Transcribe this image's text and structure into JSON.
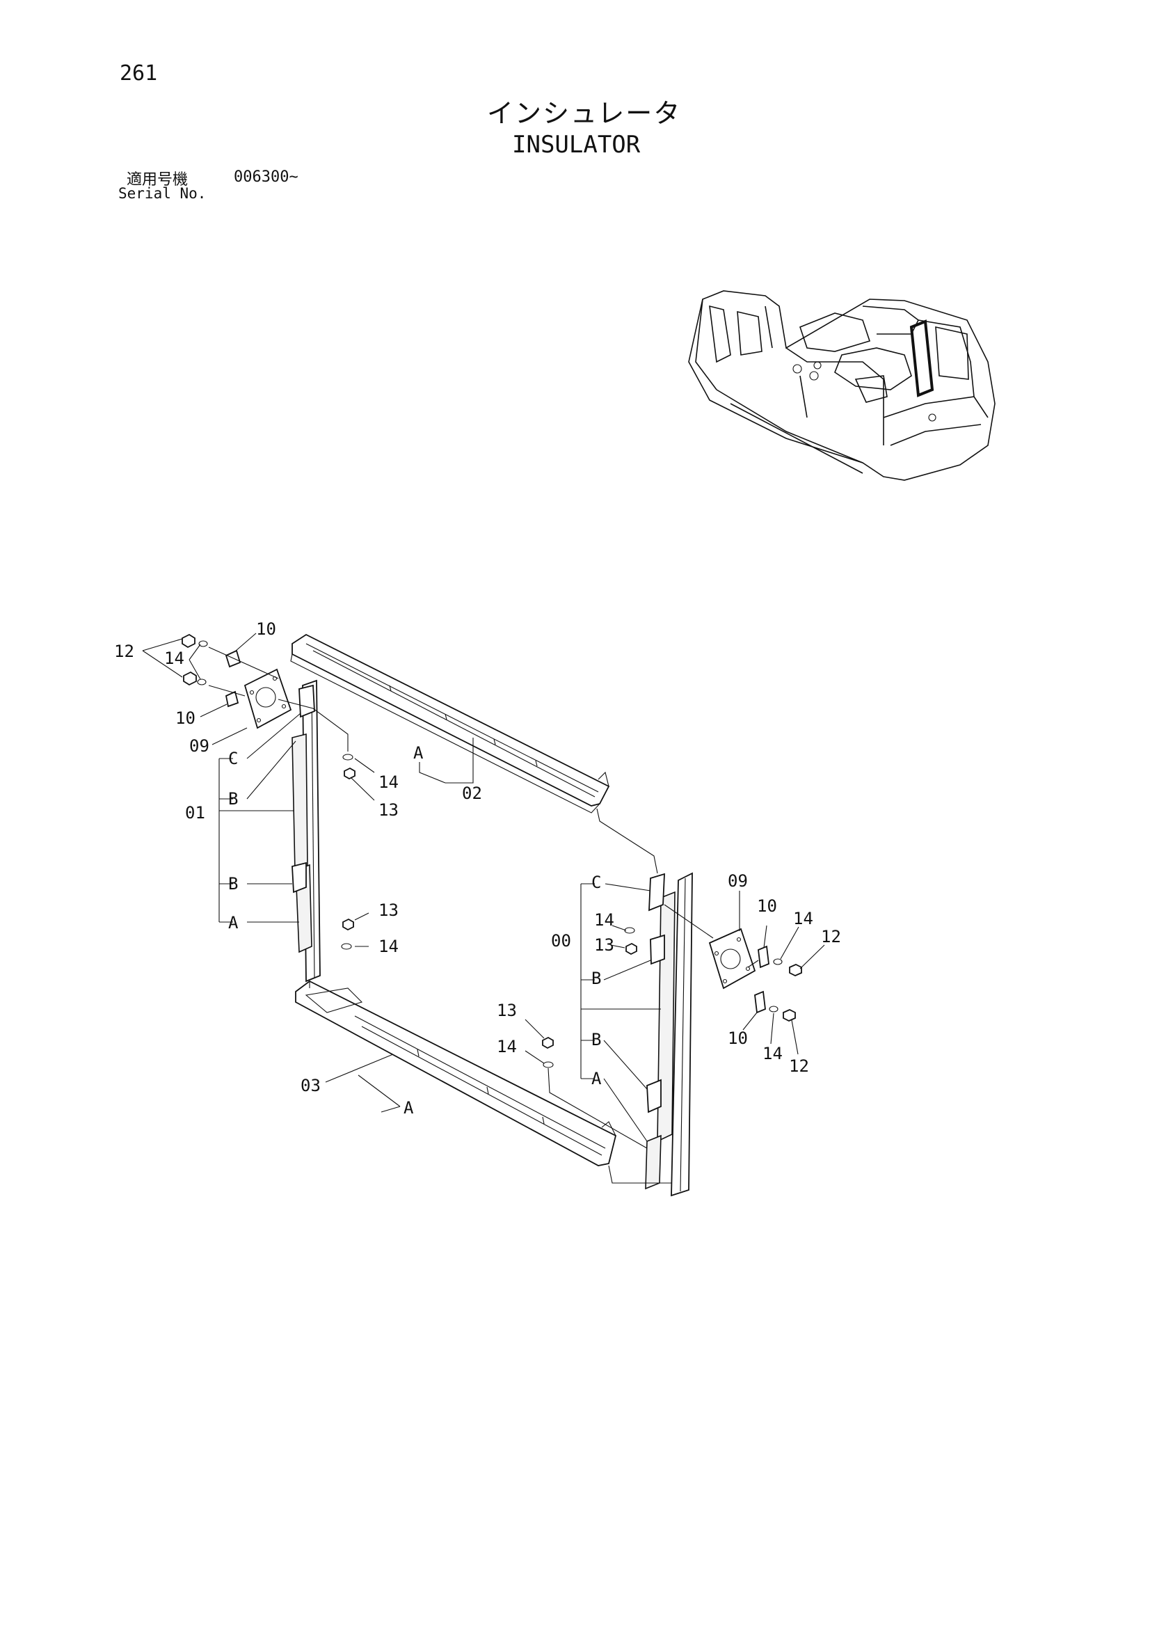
{
  "header": {
    "page_number": "261",
    "title_jp": "インシュレータ",
    "title_en": "INSULATOR",
    "serial_label_jp": "適用号機",
    "serial_value": "006300~",
    "serial_label_en": "Serial No."
  },
  "callouts": {
    "c12_left": "12",
    "c14_left": "14",
    "c10_left_top": "10",
    "c10_left_bot": "10",
    "c09_left": "09",
    "cC_left": "C",
    "cB_left_top": "B",
    "c01": "01",
    "cB_left_bot": "B",
    "cA_left": "A",
    "cA_top": "A",
    "c02": "02",
    "c14_mid_top": "14",
    "c13_mid_top": "13",
    "c13_mid_low": "13",
    "c14_mid_low": "14",
    "cC_right": "C",
    "c14_right_in": "14",
    "c13_right_in": "13",
    "c00": "00",
    "cB_right_top": "B",
    "c09_right": "09",
    "c10_right_top": "10",
    "c14_right_top": "14",
    "c12_right_top": "12",
    "c10_right_bot": "10",
    "c14_right_bot": "14",
    "c12_right_bot": "12",
    "c13_bot": "13",
    "c14_bot": "14",
    "cB_right_bot": "B",
    "cA_right": "A",
    "c03": "03",
    "cA_bottom": "A"
  }
}
